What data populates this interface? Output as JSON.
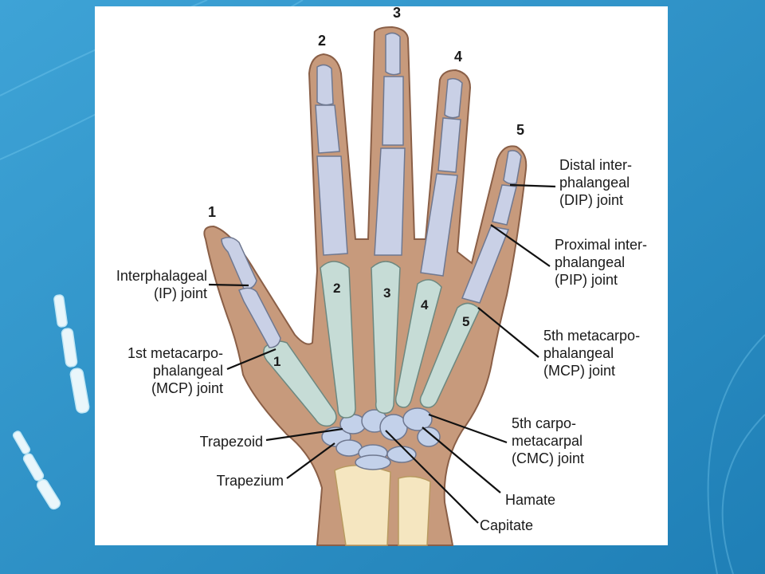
{
  "colors": {
    "background": "#2a8fc4",
    "background_light": "#4fb0df",
    "skin": "#c79a7c",
    "skin_outline": "#8a5f47",
    "phalanx_bone": "#c9d0e6",
    "metacarpal_bone": "#c6dcd6",
    "carpal_bone": "#c3d1ea",
    "forearm_bone": "#f5e6c0",
    "leader_line": "#111111"
  },
  "finger_numbers": [
    "1",
    "2",
    "3",
    "4",
    "5"
  ],
  "metacarpal_numbers": [
    "1",
    "2",
    "3",
    "4",
    "5"
  ],
  "labels": {
    "ip_joint": "Interphalageal\n(IP) joint",
    "first_mcp": "1st metacarpo-\nphalangeal\n(MCP) joint",
    "trapezoid": "Trapezoid",
    "trapezium": "Trapezium",
    "dip_joint": "Distal inter-\nphalangeal\n(DIP) joint",
    "pip_joint": "Proximal inter-\nphalangeal\n(PIP) joint",
    "fifth_mcp": "5th metacarpo-\nphalangeal\n(MCP) joint",
    "fifth_cmc": "5th carpo-\nmetacarpal\n(CMC) joint",
    "hamate": "Hamate",
    "capitate": "Capitate"
  }
}
